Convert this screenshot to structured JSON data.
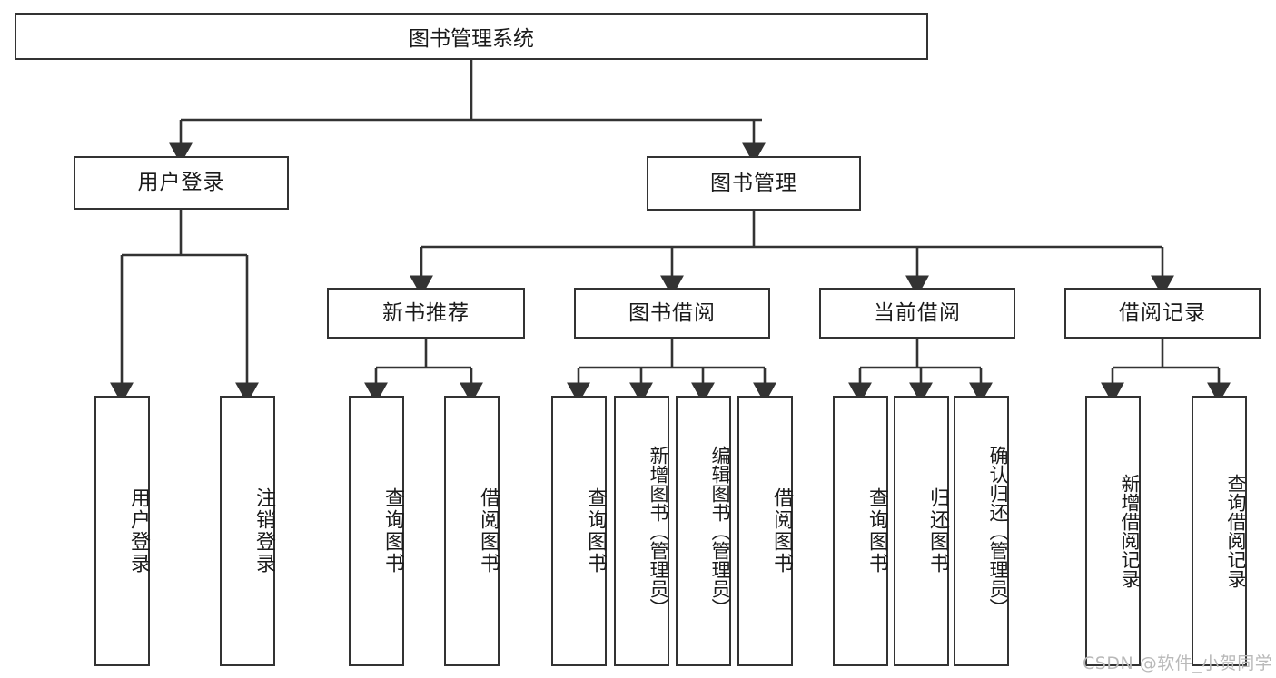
{
  "diagram": {
    "type": "tree-hierarchy",
    "title": "图书管理系统",
    "root": {
      "label": "图书管理系统"
    },
    "level1": [
      {
        "id": "user-login",
        "label": "用户登录"
      },
      {
        "id": "book-manage",
        "label": "图书管理"
      }
    ],
    "level2": [
      {
        "id": "new-book-recommend",
        "label": "新书推荐",
        "parent": "book-manage"
      },
      {
        "id": "book-borrow",
        "label": "图书借阅",
        "parent": "book-manage"
      },
      {
        "id": "current-borrow",
        "label": "当前借阅",
        "parent": "book-manage"
      },
      {
        "id": "borrow-record",
        "label": "借阅记录",
        "parent": "book-manage"
      }
    ],
    "leaves": {
      "user_login": [
        {
          "id": "leaf-user-login",
          "label": "用户登录"
        },
        {
          "id": "leaf-logout",
          "label": "注销登录"
        }
      ],
      "new_book_recommend": [
        {
          "id": "leaf-query-book-1",
          "label": "查询图书"
        },
        {
          "id": "leaf-borrow-book-1",
          "label": "借阅图书"
        }
      ],
      "book_borrow": [
        {
          "id": "leaf-query-book-2",
          "label": "查询图书"
        },
        {
          "id": "leaf-add-book",
          "label": "新增图书（管理员）"
        },
        {
          "id": "leaf-edit-book",
          "label": "编辑图书（管理员）"
        },
        {
          "id": "leaf-borrow-book-2",
          "label": "借阅图书"
        }
      ],
      "current_borrow": [
        {
          "id": "leaf-query-book-3",
          "label": "查询图书"
        },
        {
          "id": "leaf-return-book",
          "label": "归还图书"
        },
        {
          "id": "leaf-confirm-return",
          "label": "确认归还（管理员）"
        }
      ],
      "borrow_record": [
        {
          "id": "leaf-add-record",
          "label": "新增借阅记录"
        },
        {
          "id": "leaf-query-record",
          "label": "查询借阅记录"
        }
      ]
    },
    "colors": {
      "stroke": "#333333",
      "fill": "#ffffff",
      "text": "#1a1a1a",
      "watermark": "#b9b9b9"
    }
  },
  "watermark": {
    "text": "CSDN @软件_小贺同学"
  }
}
